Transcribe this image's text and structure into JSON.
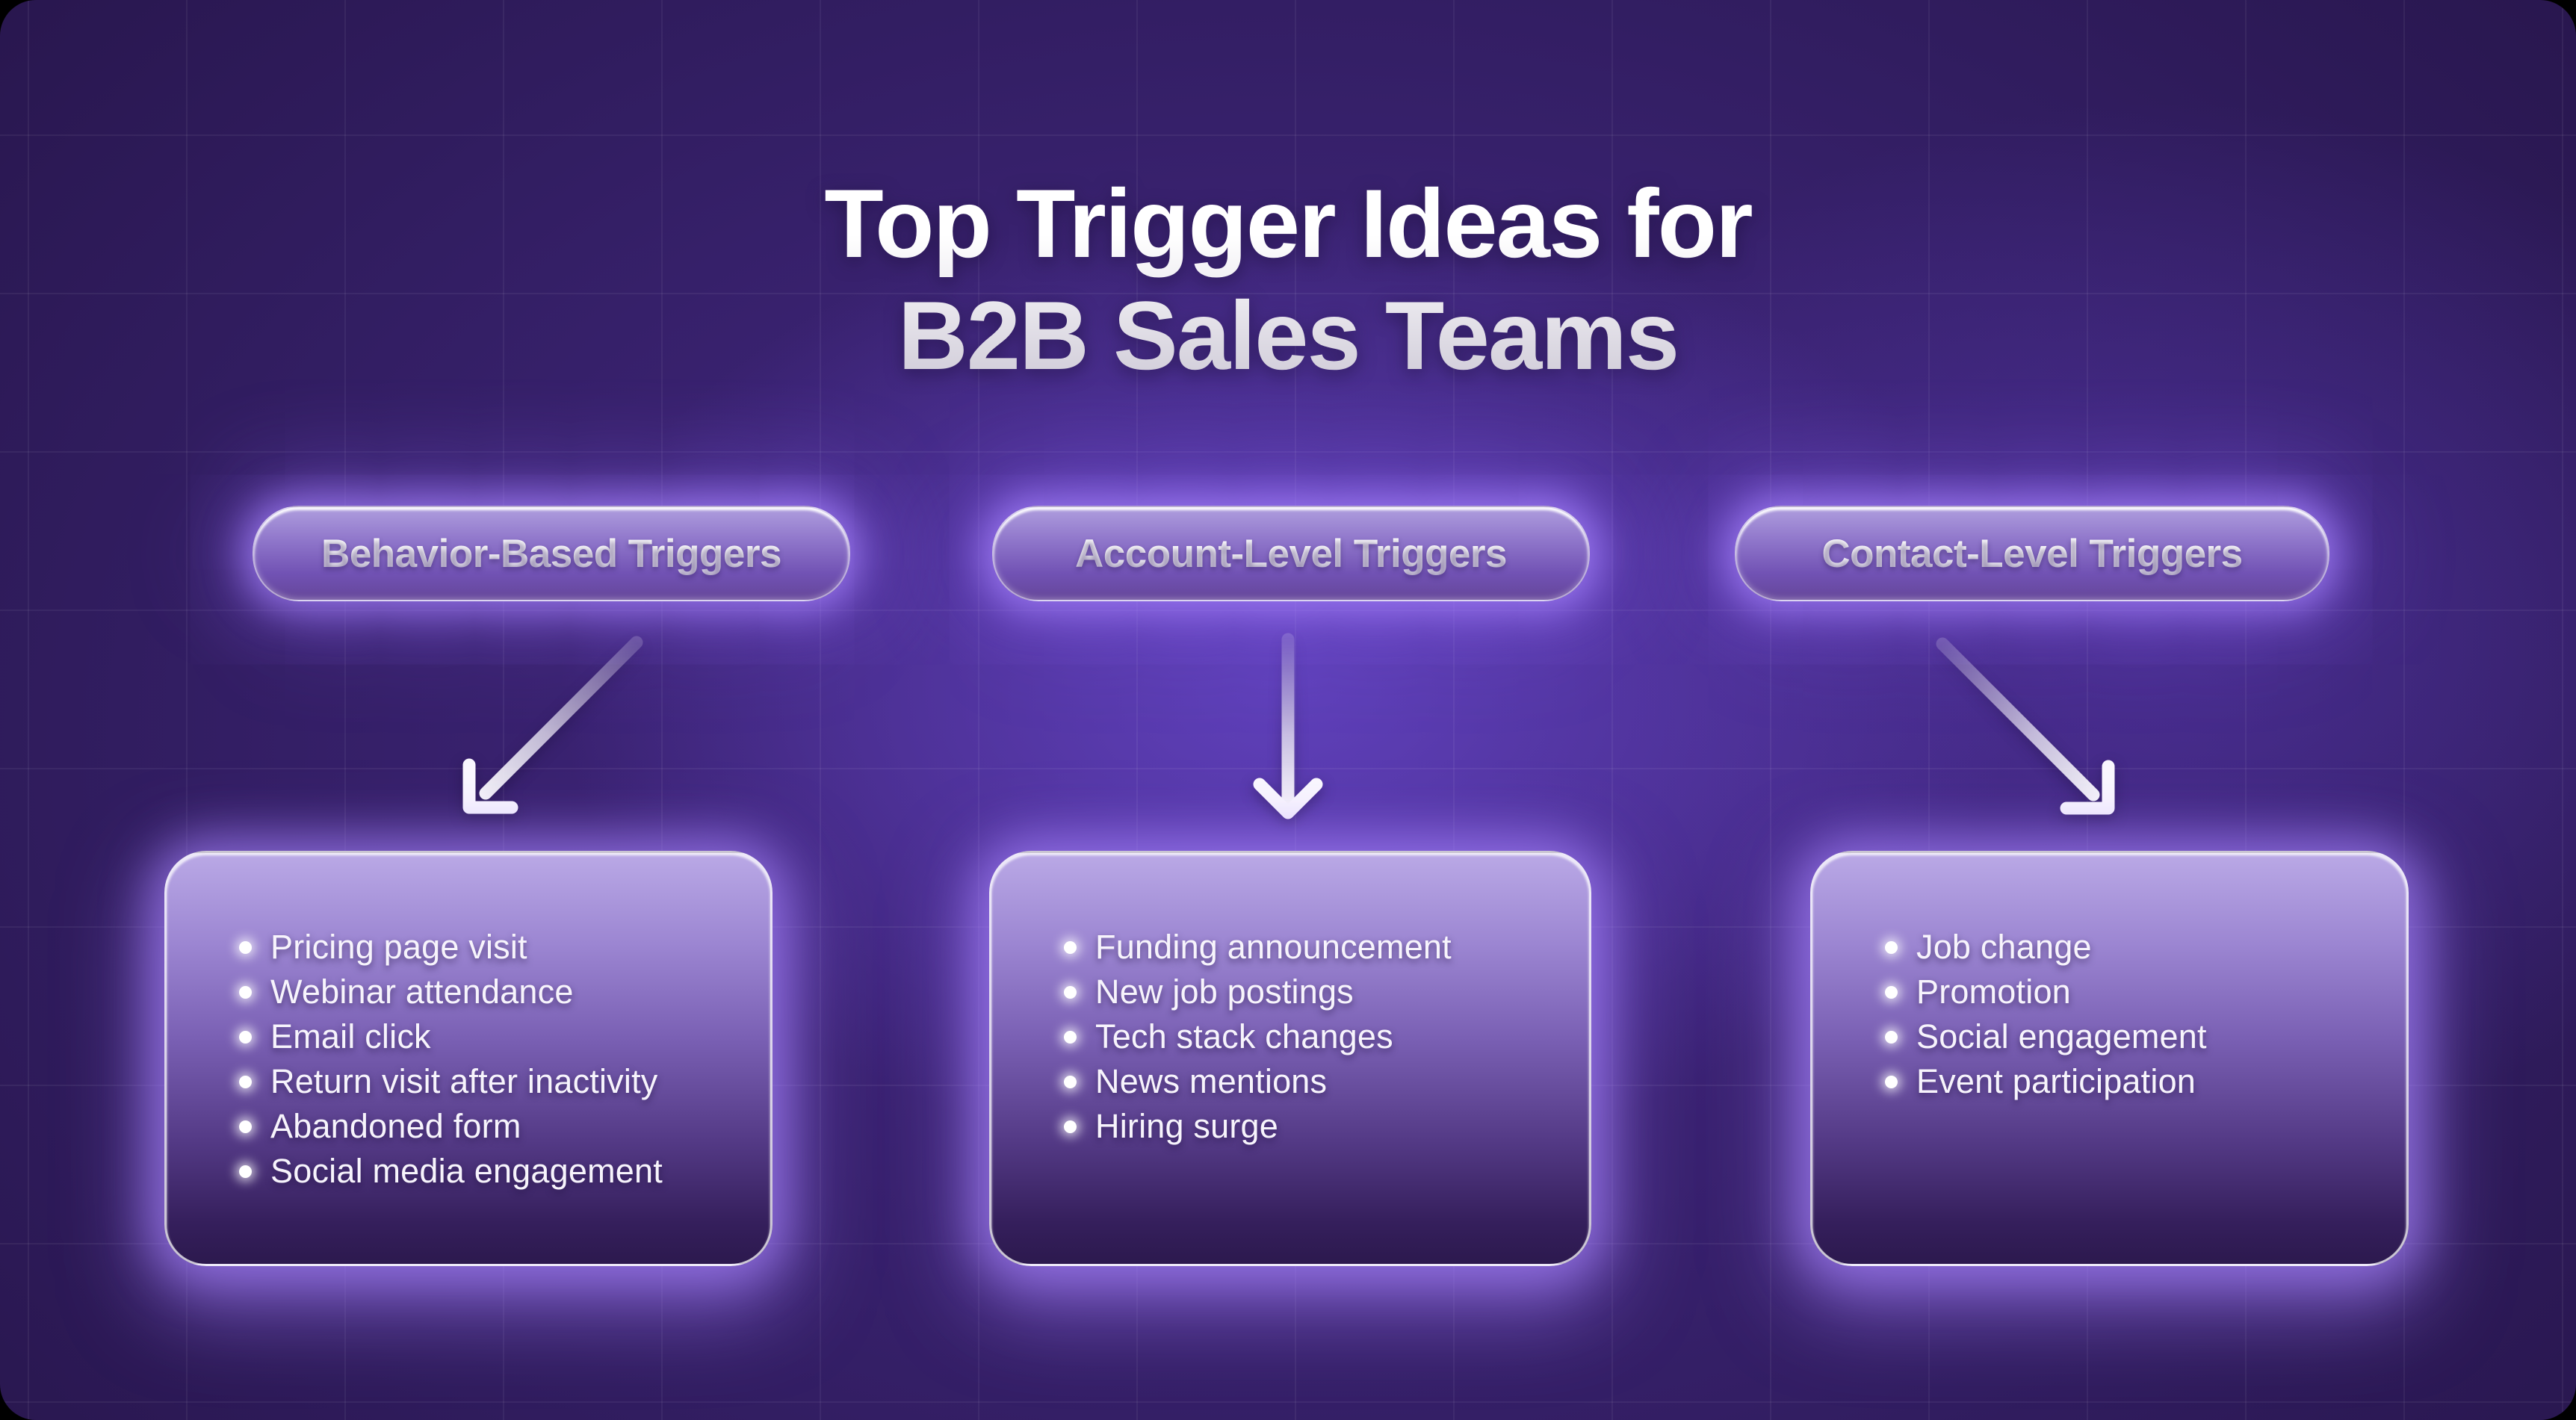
{
  "title": {
    "line1": "Top Trigger Ideas for",
    "line2": "B2B Sales Teams"
  },
  "columns": [
    {
      "label": "Behavior-Based Triggers",
      "arrow_direction": "down-left",
      "items": [
        "Pricing page visit",
        "Webinar attendance",
        "Email click",
        "Return visit after inactivity",
        "Abandoned form",
        "Social media engagement"
      ]
    },
    {
      "label": "Account-Level Triggers",
      "arrow_direction": "down",
      "items": [
        "Funding announcement",
        "New job postings",
        "Tech stack changes",
        "News mentions",
        "Hiring surge"
      ]
    },
    {
      "label": "Contact-Level Triggers",
      "arrow_direction": "down-right",
      "items": [
        "Job change",
        "Promotion",
        "Social engagement",
        "Event participation"
      ]
    }
  ],
  "colors": {
    "background_center": "#6243c0",
    "background_edge": "#241345",
    "glow": "#a88bff",
    "pill_top": "#af9ede",
    "pill_bottom": "#654699",
    "card_top": "#baa9e6",
    "card_bottom": "#2c194e",
    "text": "#ffffff",
    "title_gradient_bottom": "#d3cfdb"
  }
}
